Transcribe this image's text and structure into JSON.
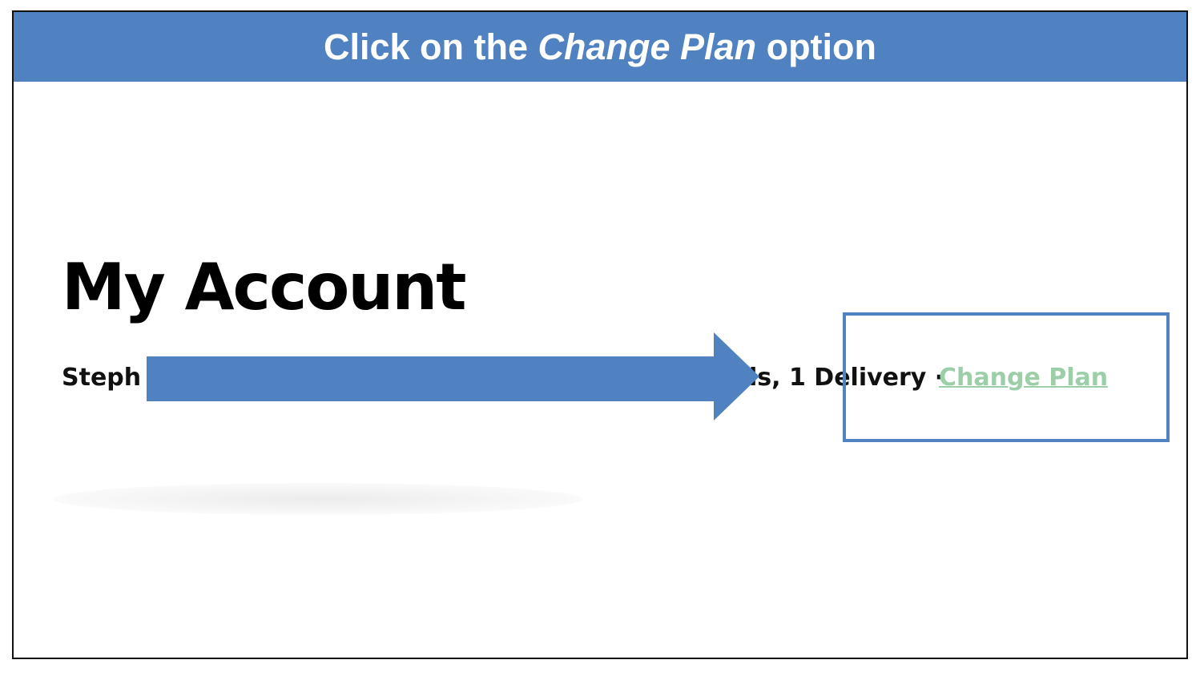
{
  "banner": {
    "prefix": "Click on the ",
    "emphasis": "Change Plan",
    "suffix": " option"
  },
  "account": {
    "title": "My Account",
    "name_fragment": "Steph (",
    "plan_fragment": "ls, 1 Delivery · ",
    "change_plan_label": "Change Plan"
  },
  "colors": {
    "banner": "#5082c1",
    "arrow": "#5082c1",
    "highlight_border": "#5082c1",
    "link": "#9ccfa8"
  },
  "annotations": {
    "arrow_icon": "right-arrow-icon",
    "highlight": "highlight-box"
  }
}
